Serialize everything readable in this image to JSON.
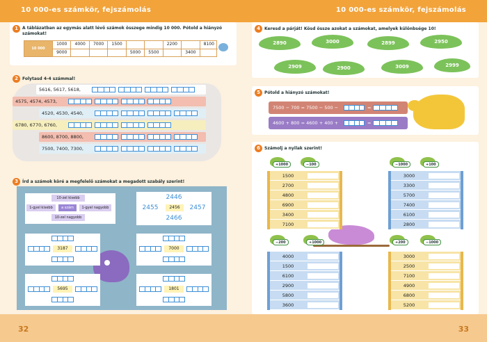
{
  "left": {
    "header": "10 000-es számkör, fejszámolás",
    "page_number": "32",
    "ex1": {
      "badge": "1",
      "instruction": "A táblázatban az egymás alatt lévő számok összege mindig 10 000. Pótold a hiányzó számokat!",
      "label": "10 000",
      "top": [
        "1000",
        "4000",
        "7000",
        "1500",
        "",
        "",
        "2200",
        "",
        "8100"
      ],
      "bottom": [
        "9000",
        "",
        "",
        "",
        "5000",
        "5500",
        "",
        "3400",
        ""
      ]
    },
    "ex2": {
      "badge": "2",
      "instruction": "Folytasd 4-4 számmal!",
      "rows": [
        "5616, 5617, 5618,",
        "4575, 4574, 4573,",
        "4520, 4530, 4540,",
        "6780, 6770, 6760,",
        "8600, 8700, 8800,",
        "7500, 7400, 7300,"
      ]
    },
    "ex3": {
      "badge": "3",
      "instruction": "Írd a számok köré a megfelelő számokat a megadott szabály szerint!",
      "legend": {
        "top": "10-zel kisebb",
        "left": "1-gyel kisebb",
        "center": "a szám",
        "right": "1-gyel nagyobb",
        "bottom": "10-zel nagyobb"
      },
      "example": {
        "top": "2446",
        "left": "2455",
        "center": "2456",
        "right": "2457",
        "bottom": "2466"
      },
      "numbers": [
        "3187",
        "7000",
        "5695",
        "1801"
      ]
    }
  },
  "right": {
    "header": "10 000-es számkör, fejszámolás",
    "page_number": "33",
    "ex4": {
      "badge": "4",
      "instruction": "Keresd a párját! Kösd össze azokat a számokat, amelyek különbsége 10!",
      "top_leaves": [
        "2890",
        "3000",
        "2899",
        "2950"
      ],
      "bottom_leaves": [
        "2909",
        "2900",
        "3009",
        "2999"
      ]
    },
    "ex5": {
      "badge": "5",
      "instruction": "Pótold a hiányzó számokat!",
      "eq1": "7500 − 700 = 7500 − 500 −",
      "eq2": "4600 + 800 = 4600 + 400 +",
      "eq_sign": "="
    },
    "ex6": {
      "badge": "6",
      "instruction": "Számolj a nyilak szerint!",
      "tags": [
        "+1000",
        "−100",
        "−1000",
        "+100",
        "−200",
        "+1000",
        "+200",
        "−1000"
      ],
      "col_a": [
        "1500",
        "2700",
        "4800",
        "6900",
        "3400",
        "7100"
      ],
      "col_b": [
        "3000",
        "3300",
        "5700",
        "7400",
        "6100",
        "2800"
      ],
      "col_c": [
        "4000",
        "1500",
        "6100",
        "2900",
        "5800",
        "3600"
      ],
      "col_d": [
        "3000",
        "2500",
        "7100",
        "4900",
        "6800",
        "5200"
      ]
    }
  }
}
